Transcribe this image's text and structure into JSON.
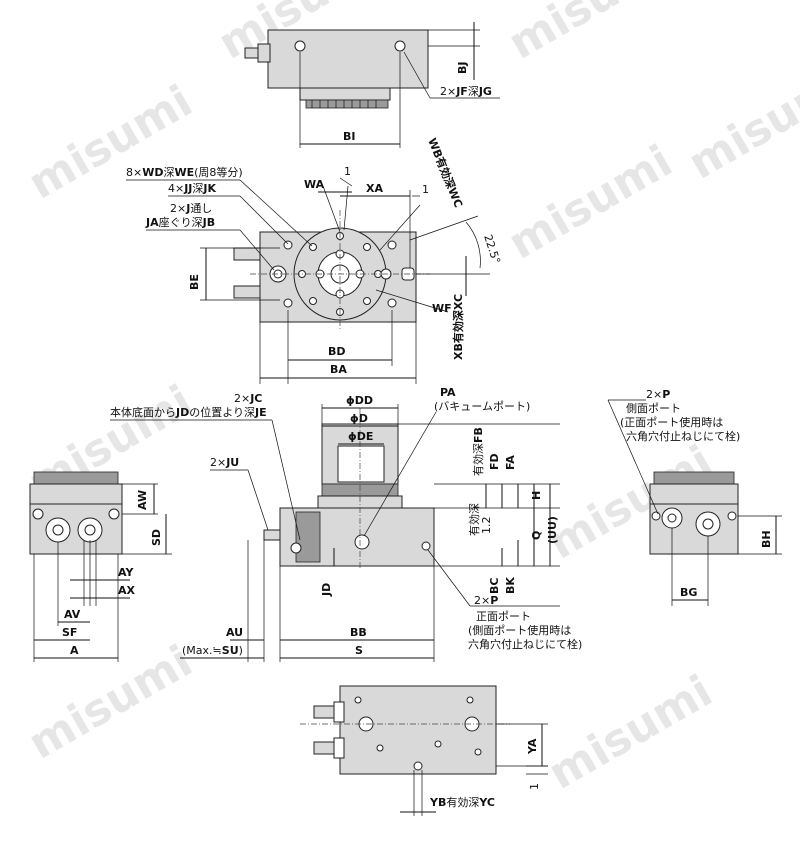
{
  "watermark": "misumi",
  "top_view": {
    "bj": "BJ",
    "bi": "BI",
    "jf_note_prefix": "2×",
    "jf": "JF",
    "jf_depth": "深",
    "jg": "JG"
  },
  "main_top": {
    "wd_prefix": "8×",
    "wd": "WD",
    "wd_depth": "深",
    "we": "WE",
    "we_suffix": "(周8等分)",
    "jj_prefix": "4×",
    "jj": "JJ",
    "jj_depth": "深",
    "jk": "JK",
    "j_prefix": "2×",
    "j": "J",
    "j_through": "通し",
    "ja": "JA",
    "ja_cb": "座ぐり深",
    "jb": "JB",
    "wa": "WA",
    "one_a": "1",
    "xa": "XA",
    "one_b": "1",
    "wb": "WB",
    "wb_eff": "有効深",
    "wc": "WC",
    "angle": "22.5°",
    "be": "BE",
    "wf": "WF",
    "xb": "XB",
    "xb_eff": "有効深",
    "xc": "XC",
    "bd": "BD",
    "ba": "BA"
  },
  "side_left": {
    "aw": "AW",
    "sd": "SD",
    "ay": "AY",
    "ax": "AX",
    "av": "AV",
    "sf": "SF",
    "a": "A"
  },
  "front_view": {
    "jc_prefix": "2×",
    "jc": "JC",
    "jd_note_a": "本体底面から",
    "jd": "JD",
    "jd_note_b": "の位置より深",
    "je": "JE",
    "ju_prefix": "2×",
    "ju": "JU",
    "dd": "ϕDD",
    "d": "ϕD",
    "de": "ϕDE",
    "pa": "PA",
    "pa_note": "(バキュームポート)",
    "fb_eff": "有効深",
    "fb": "FB",
    "fd": "FD",
    "fa": "FA",
    "h": "H",
    "uu": "(UU)",
    "q": "Q",
    "eff2": "有効深",
    "val12": "1.2",
    "bc": "BC",
    "bk": "BK",
    "jd_dim": "JD",
    "p_prefix": "2×",
    "p": "P",
    "p_front": "正面ポート",
    "p_note1": "(側面ポート使用時は",
    "p_note2": "六角穴付止ねじにて栓)",
    "au": "AU",
    "bb": "BB",
    "max_prefix": "(Max.≒",
    "su": "SU",
    "max_suffix": ")",
    "s": "S"
  },
  "side_right": {
    "p_prefix": "2×",
    "p": "P",
    "p_side": "側面ポート",
    "p_note1": "(正面ポート使用時は",
    "p_note2": "六角穴付止ねじにて栓)",
    "bh": "BH",
    "bg": "BG"
  },
  "bottom_view": {
    "ya": "YA",
    "one": "1",
    "yb": "YB",
    "yb_eff": "有効深",
    "yc": "YC"
  }
}
